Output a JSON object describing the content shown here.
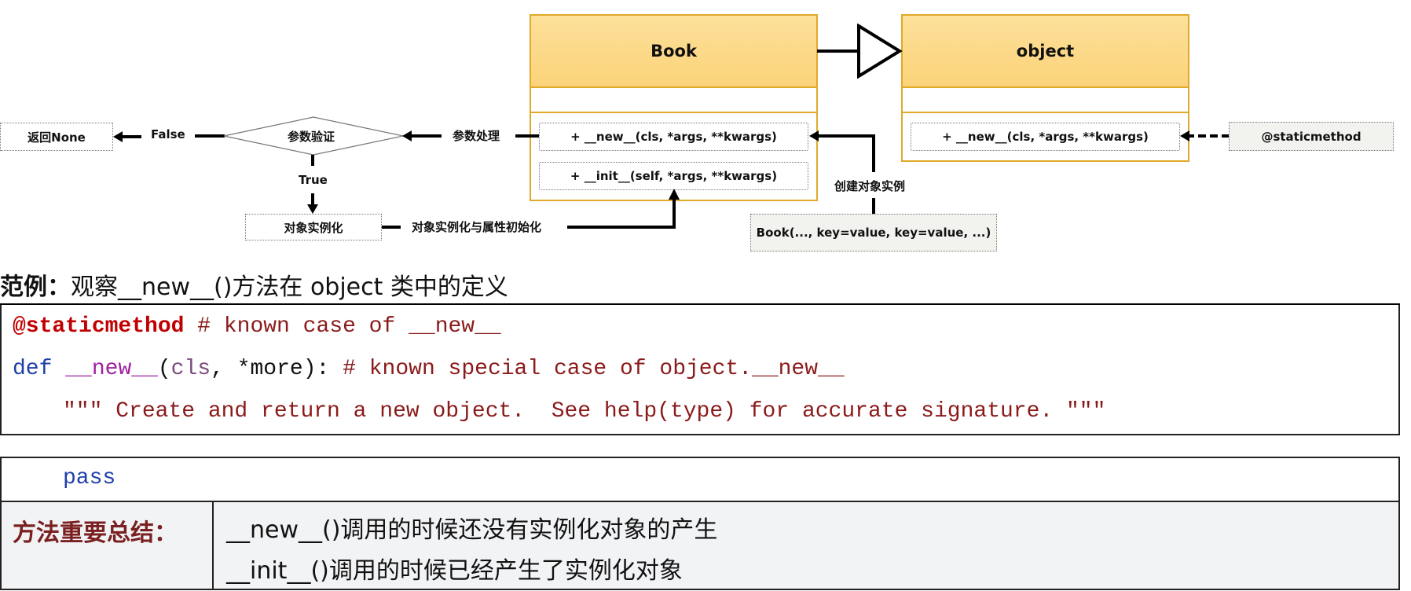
{
  "diagram": {
    "class_book": {
      "name": "Book",
      "methods": [
        "+ __new__(cls, *args, **kwargs)",
        "+ __init__(self, *args, **kwargs)"
      ]
    },
    "class_object": {
      "name": "object",
      "methods": [
        "+ __new__(cls, *args, **kwargs)"
      ]
    },
    "nodes": {
      "return_none": "返回None",
      "param_validation": "参数验证",
      "object_instantiation": "对象实例化",
      "book_call": "Book(..., key=value, key=value, ...)",
      "staticmethod": "@staticmethod"
    },
    "edge_labels": {
      "false": "False",
      "true": "True",
      "param_processing": "参数处理",
      "instantiate_and_init": "对象实例化与属性初始化",
      "create_instance": "创建对象实例"
    }
  },
  "example": {
    "prefix": "范例",
    "colon": "：",
    "title": "观察__new__()方法在 object 类中的定义"
  },
  "code": {
    "line1": {
      "decorator": "@staticmethod",
      "comment": " # known case of __new__"
    },
    "line2": {
      "def": "def",
      "fname": "__new__",
      "open": "(",
      "cls": "cls",
      "rest": ", *more): ",
      "comment": "# known special case of object.__new__"
    },
    "line3": {
      "docstring": "\"\"\" Create and return a new object.  See help(type) for accurate signature. \"\"\""
    },
    "line4": {
      "pass": "pass"
    }
  },
  "summary": {
    "label": "方法重要总结：",
    "lines": [
      "__new__()调用的时候还没有实例化对象的产生",
      "__init__()调用的时候已经产生了实例化对象"
    ]
  }
}
